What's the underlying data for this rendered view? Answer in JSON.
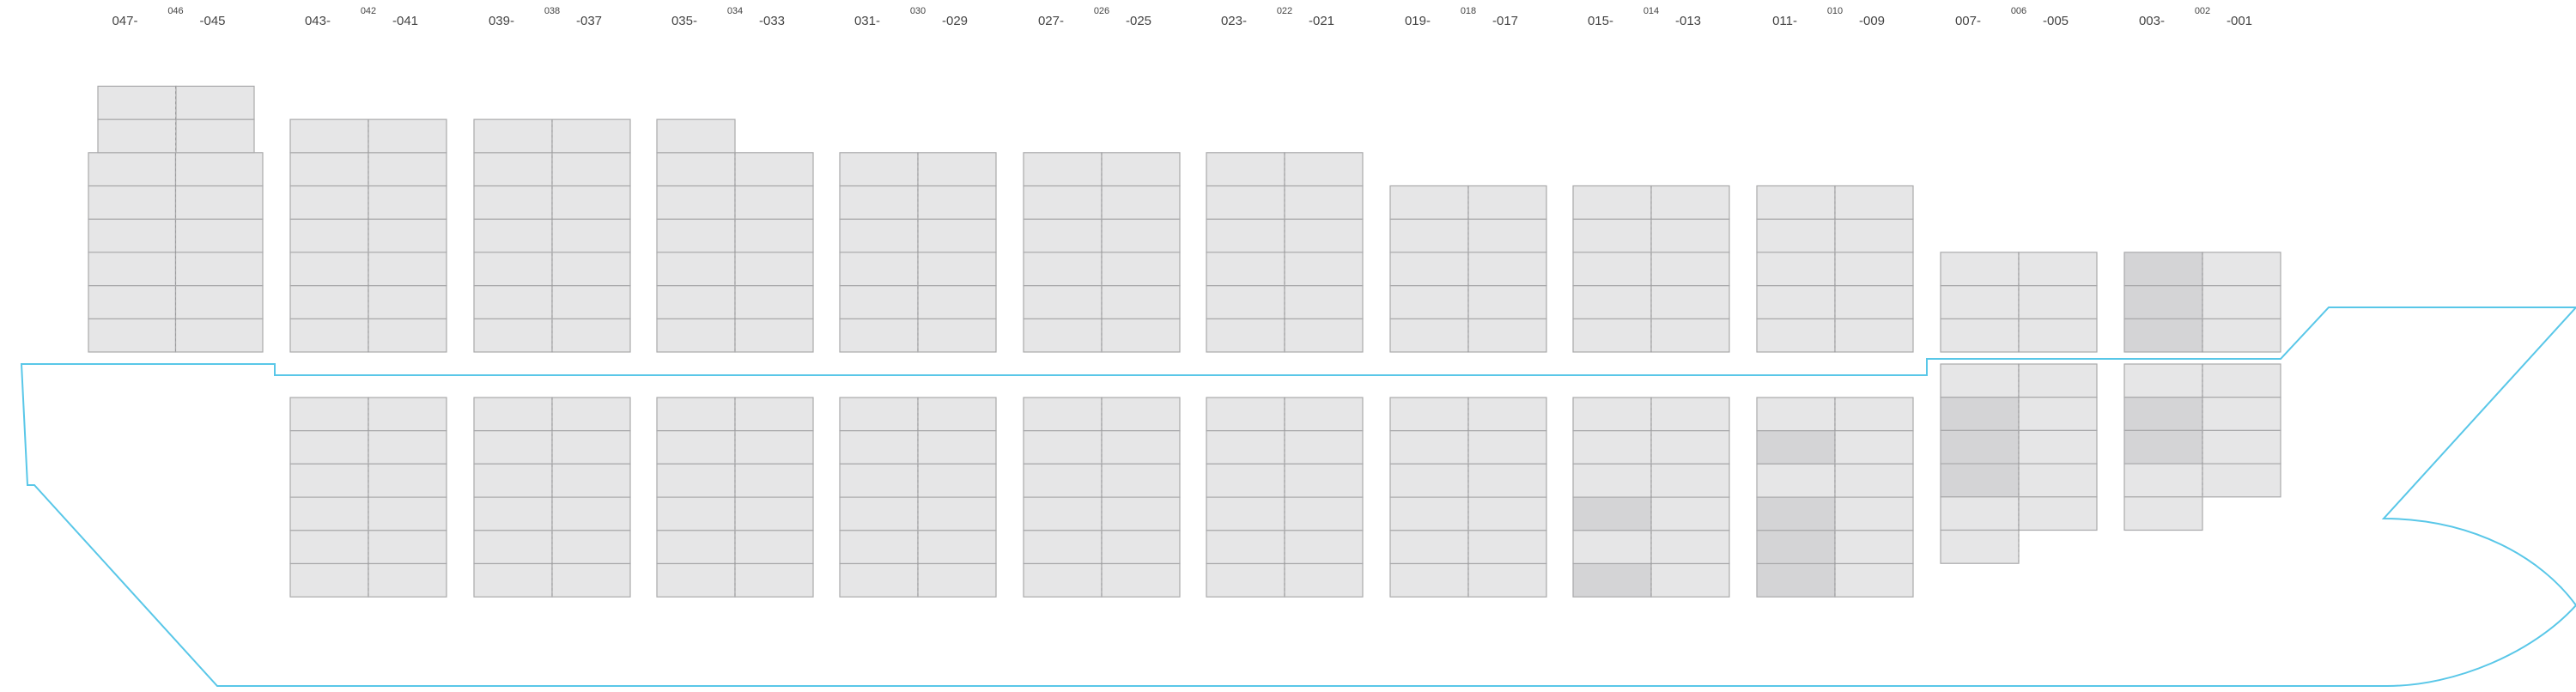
{
  "colors": {
    "hull": "#59c7e8",
    "slot_empty": "#e6e6e7",
    "slot_filled": "#d4d4d6",
    "slot_border": "#a9a9ab",
    "divider": "#9a9a9c",
    "label": "#444444"
  },
  "bays": [
    {
      "labels": [
        "047",
        "046",
        "045"
      ],
      "deck": {
        "base": 0,
        "right": [
          7,
          7,
          7,
          7,
          7,
          7
        ],
        "left": [
          7,
          7,
          7,
          7,
          7,
          7
        ]
      },
      "hold": null,
      "deck_extra_upper": true
    },
    {
      "labels": [
        "043",
        "042",
        "041"
      ],
      "deck": {
        "rows": 7,
        "full": true
      },
      "hold": {
        "rows": 6,
        "full": true
      }
    },
    {
      "labels": [
        "039",
        "038",
        "037"
      ],
      "deck": {
        "rows": 7,
        "full": true
      },
      "hold": {
        "rows": 6,
        "full": true
      }
    },
    {
      "labels": [
        "035",
        "034",
        "033"
      ],
      "deck": {
        "rows": 6,
        "full": true,
        "top_half": "left"
      },
      "hold": {
        "rows": 6,
        "full": true
      }
    },
    {
      "labels": [
        "031",
        "030",
        "029"
      ],
      "deck": {
        "rows": 6,
        "full": true
      },
      "hold": {
        "rows": 6,
        "full": true
      }
    },
    {
      "labels": [
        "027",
        "026",
        "025"
      ],
      "deck": {
        "rows": 6,
        "full": true
      },
      "hold": {
        "rows": 6,
        "full": true
      }
    },
    {
      "labels": [
        "023",
        "022",
        "021"
      ],
      "deck": {
        "rows": 6,
        "full": true
      },
      "hold": {
        "rows": 6,
        "full": true
      }
    },
    {
      "labels": [
        "019",
        "018",
        "017"
      ],
      "deck": {
        "rows": 5,
        "full": true
      },
      "hold": {
        "rows": 6,
        "full": true
      }
    },
    {
      "labels": [
        "015",
        "014",
        "013"
      ],
      "deck": {
        "rows": 5,
        "full": true
      },
      "hold": {
        "rows": 6,
        "full": true,
        "filled_left": [
          3,
          5
        ]
      }
    },
    {
      "labels": [
        "011",
        "010",
        "009"
      ],
      "deck": {
        "rows": 5,
        "full": true
      },
      "hold": {
        "rows": 6,
        "full": true,
        "filled_left": [
          1,
          3,
          4,
          5
        ]
      }
    },
    {
      "labels": [
        "007",
        "006",
        "005"
      ],
      "deck": {
        "rows": 3,
        "full": true
      },
      "hold": {
        "rows": 6,
        "pattern": "b007"
      }
    },
    {
      "labels": [
        "003",
        "002",
        "001"
      ],
      "deck": {
        "rows": 3,
        "full": true,
        "filled_left": [
          0,
          1,
          2
        ]
      },
      "hold": {
        "rows": 5,
        "pattern": "b003"
      }
    }
  ]
}
